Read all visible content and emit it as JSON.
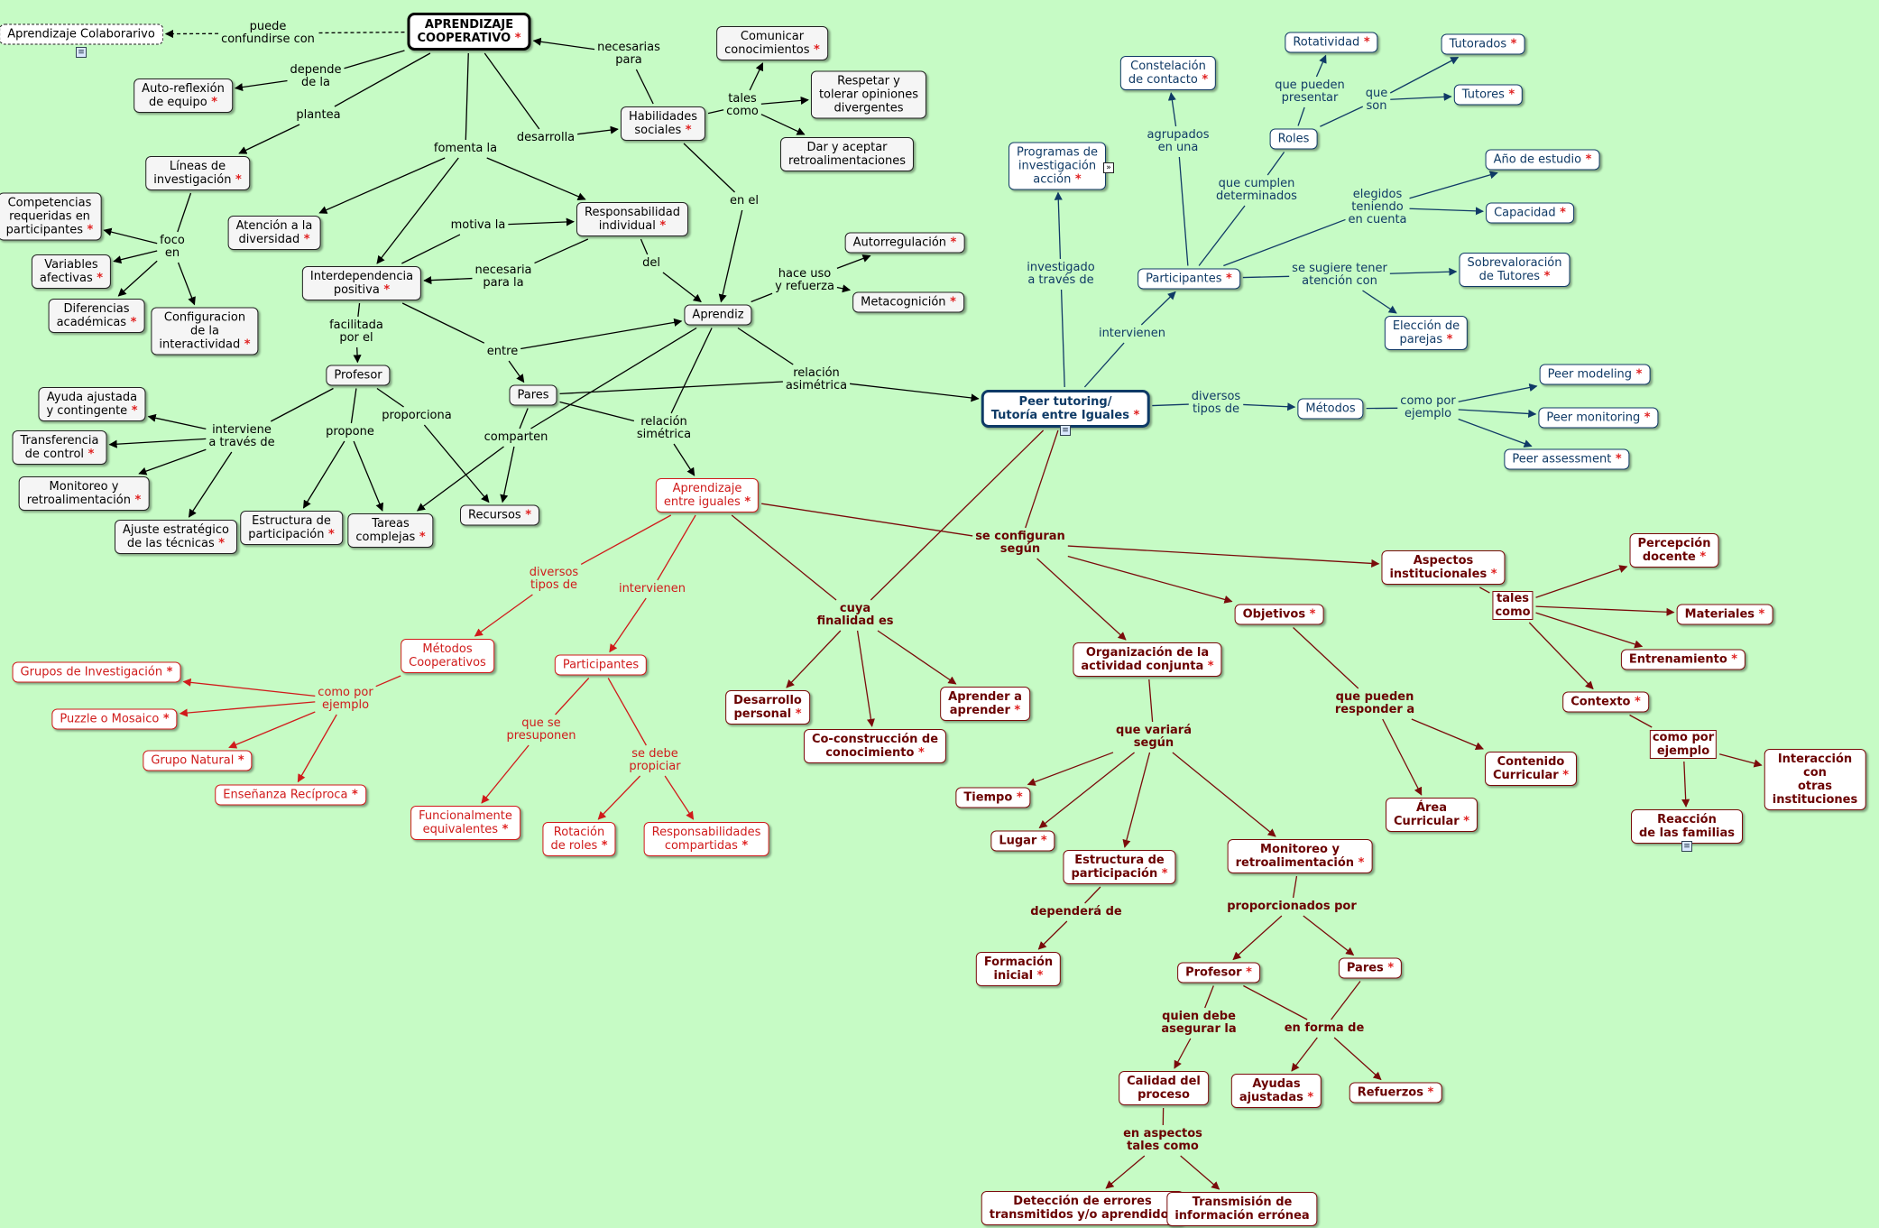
{
  "colors": {
    "background": "#c6fbc5",
    "black": "#000000",
    "blue": "#103a66",
    "red": "#d01b1b",
    "dark": "#7a0b0b"
  },
  "nodes": [
    {
      "id": "colab",
      "text": "Aprendizaje Colaborarivo",
      "star": false
    },
    {
      "id": "ac",
      "text": "APRENDIZAJE\nCOOPERATIVO",
      "star": true
    },
    {
      "id": "autoref",
      "text": "Auto-reflexión\nde equipo",
      "star": true
    },
    {
      "id": "lineas",
      "text": "Líneas de\ninvestigación",
      "star": true
    },
    {
      "id": "compet",
      "text": "Competencias\nrequeridas en\nparticipantes",
      "star": true
    },
    {
      "id": "varaf",
      "text": "Variables\nafectivas",
      "star": true
    },
    {
      "id": "difac",
      "text": "Diferencias\nacadémicas",
      "star": true
    },
    {
      "id": "config",
      "text": "Configuracion\nde la\ninteractividad",
      "star": true
    },
    {
      "id": "atdiv",
      "text": "Atención a la\ndiversidad",
      "star": true
    },
    {
      "id": "interdep",
      "text": "Interdependencia\npositiva",
      "star": true
    },
    {
      "id": "respind",
      "text": "Responsabilidad\nindividual",
      "star": true
    },
    {
      "id": "habsoc",
      "text": "Habilidades\nsociales",
      "star": true
    },
    {
      "id": "comunicar",
      "text": "Comunicar\nconocimientos",
      "star": true
    },
    {
      "id": "respetar",
      "text": "Respetar y\ntolerar opiniones\ndivergentes",
      "star": false
    },
    {
      "id": "daryacep",
      "text": "Dar y aceptar\nretroalimentaciones",
      "star": false
    },
    {
      "id": "autorreg",
      "text": "Autorregulación",
      "star": true
    },
    {
      "id": "metacog",
      "text": "Metacognición",
      "star": true
    },
    {
      "id": "aprendiz",
      "text": "Aprendiz",
      "star": false
    },
    {
      "id": "profesor1",
      "text": "Profesor",
      "star": false
    },
    {
      "id": "pares1",
      "text": "Pares",
      "star": false
    },
    {
      "id": "ayudaaj",
      "text": "Ayuda ajustada\ny contingente",
      "star": true
    },
    {
      "id": "transf",
      "text": "Transferencia\nde control",
      "star": true
    },
    {
      "id": "monit1",
      "text": "Monitoreo y\nretroalimentación",
      "star": true
    },
    {
      "id": "ajuste",
      "text": "Ajuste estratégico\nde las técnicas",
      "star": true
    },
    {
      "id": "estruct1",
      "text": "Estructura de\nparticipación",
      "star": true
    },
    {
      "id": "tareas",
      "text": "Tareas\ncomplejas",
      "star": true
    },
    {
      "id": "recursos",
      "text": "Recursos",
      "star": true
    },
    {
      "id": "aei",
      "text": "Aprendizaje\nentre iguales",
      "star": true
    },
    {
      "id": "metcoop",
      "text": "Métodos\nCooperativos",
      "star": false
    },
    {
      "id": "grupinv",
      "text": "Grupos de Investigación",
      "star": true
    },
    {
      "id": "puzzle",
      "text": "Puzzle o Mosaico",
      "star": true
    },
    {
      "id": "grupnat",
      "text": "Grupo Natural",
      "star": true
    },
    {
      "id": "ensrec",
      "text": "Enseñanza Recíproca",
      "star": true
    },
    {
      "id": "partic_r",
      "text": "Participantes",
      "star": false
    },
    {
      "id": "funcional",
      "text": "Funcionalmente\nequivalentes",
      "star": true
    },
    {
      "id": "rotacion",
      "text": "Rotación\nde roles",
      "star": true
    },
    {
      "id": "respcomp",
      "text": "Responsabilidades\ncompartidas",
      "star": true
    },
    {
      "id": "despers",
      "text": "Desarrollo\npersonal",
      "star": true
    },
    {
      "id": "cocons",
      "text": "Co-construcción de\nconocimiento",
      "star": true
    },
    {
      "id": "aprender",
      "text": "Aprender a\naprender",
      "star": true
    },
    {
      "id": "peer",
      "text": "Peer tutoring/\nTutoría entre Iguales",
      "star": true
    },
    {
      "id": "programas",
      "text": "Programas de\ninvestigación\nacción",
      "star": true
    },
    {
      "id": "constel",
      "text": "Constelación\nde contacto",
      "star": true
    },
    {
      "id": "particip_b",
      "text": "Participantes",
      "star": true
    },
    {
      "id": "roles",
      "text": "Roles",
      "star": false
    },
    {
      "id": "rotat",
      "text": "Rotatividad",
      "star": true
    },
    {
      "id": "tutorados",
      "text": "Tutorados",
      "star": true
    },
    {
      "id": "tutores",
      "text": "Tutores",
      "star": true
    },
    {
      "id": "anio",
      "text": "Año de estudio",
      "star": true
    },
    {
      "id": "capac",
      "text": "Capacidad",
      "star": true
    },
    {
      "id": "sobrev",
      "text": "Sobrevaloración\nde Tutores",
      "star": true
    },
    {
      "id": "eleccion",
      "text": "Elección de\nparejas",
      "star": true
    },
    {
      "id": "metodos",
      "text": "Métodos",
      "star": false
    },
    {
      "id": "peermod",
      "text": "Peer modeling",
      "star": true
    },
    {
      "id": "peermon",
      "text": "Peer monitoring",
      "star": true
    },
    {
      "id": "peerass",
      "text": "Peer assessment",
      "star": true
    },
    {
      "id": "aspinst",
      "text": "Aspectos\ninstitucionales",
      "star": true
    },
    {
      "id": "tales2",
      "text": "tales\ncomo",
      "star": false
    },
    {
      "id": "percdoc",
      "text": "Percepción\ndocente",
      "star": true
    },
    {
      "id": "materiales",
      "text": "Materiales",
      "star": true
    },
    {
      "id": "entren",
      "text": "Entrenamiento",
      "star": true
    },
    {
      "id": "contexto",
      "text": "Contexto",
      "star": true
    },
    {
      "id": "comopor2",
      "text": "como por\nejemplo",
      "star": false
    },
    {
      "id": "interac",
      "text": "Interacción con\notras instituciones",
      "star": false
    },
    {
      "id": "reacc",
      "text": "Reacción\nde las familias",
      "star": false
    },
    {
      "id": "objetivos",
      "text": "Objetivos",
      "star": true
    },
    {
      "id": "area",
      "text": "Área\nCurricular",
      "star": true
    },
    {
      "id": "contenido",
      "text": "Contenido\nCurricular",
      "star": true
    },
    {
      "id": "orgact",
      "text": "Organización de la\nactividad conjunta",
      "star": true
    },
    {
      "id": "tiempo",
      "text": "Tiempo",
      "star": true
    },
    {
      "id": "lugar",
      "text": "Lugar",
      "star": true
    },
    {
      "id": "estruct2",
      "text": "Estructura de\nparticipación",
      "star": true
    },
    {
      "id": "formacion",
      "text": "Formación\ninicial",
      "star": true
    },
    {
      "id": "monit2",
      "text": "Monitoreo y\nretroalimentación",
      "star": true
    },
    {
      "id": "profesor2",
      "text": "Profesor",
      "star": true
    },
    {
      "id": "pares2",
      "text": "Pares",
      "star": true
    },
    {
      "id": "calidad",
      "text": "Calidad del\nproceso",
      "star": false
    },
    {
      "id": "ayudas",
      "text": "Ayudas\najustadas",
      "star": true
    },
    {
      "id": "refuerzos",
      "text": "Refuerzos",
      "star": true
    },
    {
      "id": "deteccion",
      "text": "Detección de errores\ntransmitidos y/o aprendidos",
      "star": false
    },
    {
      "id": "transm",
      "text": "Transmisión de\ninformación errónea",
      "star": false
    }
  ],
  "labels": [
    {
      "id": "l_puede",
      "text": "puede\nconfundirse con"
    },
    {
      "id": "l_depende",
      "text": "depende\nde la"
    },
    {
      "id": "l_plantea",
      "text": "plantea"
    },
    {
      "id": "l_foco",
      "text": "foco\nen"
    },
    {
      "id": "l_fomenta",
      "text": "fomenta la"
    },
    {
      "id": "l_necesarias",
      "text": "necesarias\npara"
    },
    {
      "id": "l_desarrolla",
      "text": "desarrolla"
    },
    {
      "id": "l_tales1",
      "text": "tales\ncomo"
    },
    {
      "id": "l_enel",
      "text": "en el"
    },
    {
      "id": "l_motiva",
      "text": "motiva la"
    },
    {
      "id": "l_necesaria",
      "text": "necesaria\npara la"
    },
    {
      "id": "l_del",
      "text": "del"
    },
    {
      "id": "l_haceuso",
      "text": "hace uso\ny refuerza"
    },
    {
      "id": "l_facilitada",
      "text": "facilitada\npor el"
    },
    {
      "id": "l_entre",
      "text": "entre"
    },
    {
      "id": "l_relasim",
      "text": "relación\nasimétrica"
    },
    {
      "id": "l_relsim",
      "text": "relación\nsimétrica"
    },
    {
      "id": "l_interviene",
      "text": "interviene\na través de"
    },
    {
      "id": "l_propone",
      "text": "propone"
    },
    {
      "id": "l_proporciona",
      "text": "proporciona"
    },
    {
      "id": "l_comparten",
      "text": "comparten"
    },
    {
      "id": "l_diversos_r",
      "text": "diversos\ntipos de"
    },
    {
      "id": "l_intervienen_r",
      "text": "intervienen"
    },
    {
      "id": "l_comopor_r",
      "text": "como por\nejemplo"
    },
    {
      "id": "l_quesepre",
      "text": "que se\npresuponen"
    },
    {
      "id": "l_sedebe",
      "text": "se debe\npropiciar"
    },
    {
      "id": "l_cuya",
      "text": "cuya\nfinalidad es"
    },
    {
      "id": "l_seconf",
      "text": "se configuran\nsegún"
    },
    {
      "id": "l_investigado",
      "text": "investigado\na través de"
    },
    {
      "id": "l_intervienen_b",
      "text": "intervienen"
    },
    {
      "id": "l_agrupados",
      "text": "agrupados\nen una"
    },
    {
      "id": "l_quecumplen",
      "text": "que cumplen\ndeterminados"
    },
    {
      "id": "l_quepueden",
      "text": "que pueden\npresentar"
    },
    {
      "id": "l_queson",
      "text": "que\nson"
    },
    {
      "id": "l_elegidos",
      "text": "elegidos\nteniendo\nen cuenta"
    },
    {
      "id": "l_sesugiere",
      "text": "se sugiere tener\natención con"
    },
    {
      "id": "l_diversos_b",
      "text": "diversos\ntipos de"
    },
    {
      "id": "l_comopor_b",
      "text": "como por\nejemplo"
    },
    {
      "id": "l_quepueden2",
      "text": "que pueden\nresponder a"
    },
    {
      "id": "l_quevariara",
      "text": "que variará\nsegún"
    },
    {
      "id": "l_dependera",
      "text": "dependerá de"
    },
    {
      "id": "l_proporcionados",
      "text": "proporcionados por"
    },
    {
      "id": "l_quiendebe",
      "text": "quien debe\nasegurar la"
    },
    {
      "id": "l_enforma",
      "text": "en forma de"
    },
    {
      "id": "l_enaspectos",
      "text": "en aspectos\ntales como"
    }
  ]
}
